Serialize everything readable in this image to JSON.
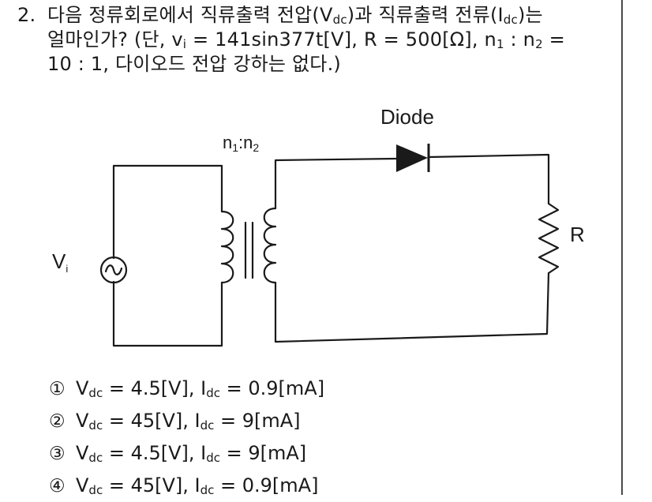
{
  "question": {
    "number": "2.",
    "line1_pre": "다음 정류회로에서 직류출력 전압(V",
    "vdc_sub": "dc",
    "line1_mid": ")과 직류출력 전류(I",
    "idc_sub": "dc",
    "line1_post": ")는",
    "line2_pre": "얼마인가? (단, v",
    "vi_sub": "i",
    "line2_mid": " = 141sin377t[V], R = 500[Ω], n",
    "n1_sub": "1",
    "line2_colon": " : n",
    "n2_sub": "2",
    "line2_post": " =",
    "line3": "10 : 1, 다이오드 전압 강하는 없다.)"
  },
  "circuit": {
    "diode_label": "Diode",
    "ratio_n": "n",
    "ratio_sub1": "1",
    "ratio_colon": ":n",
    "ratio_sub2": "2",
    "source_label": "V",
    "source_sub": "i",
    "resistor_label": "R"
  },
  "choices": [
    {
      "mark": "①",
      "v_label": "V",
      "v_sub": "dc",
      "v_value": " = 4.5[V], I",
      "i_sub": "dc",
      "i_value": " = 0.9[mA]"
    },
    {
      "mark": "②",
      "v_label": "V",
      "v_sub": "dc",
      "v_value": " = 45[V], I",
      "i_sub": "dc",
      "i_value": " = 9[mA]"
    },
    {
      "mark": "③",
      "v_label": "V",
      "v_sub": "dc",
      "v_value": " = 4.5[V], I",
      "i_sub": "dc",
      "i_value": " = 9[mA]"
    },
    {
      "mark": "④",
      "v_label": "V",
      "v_sub": "dc",
      "v_value": " = 45[V], I",
      "i_sub": "dc",
      "i_value": " = 0.9[mA]"
    }
  ]
}
